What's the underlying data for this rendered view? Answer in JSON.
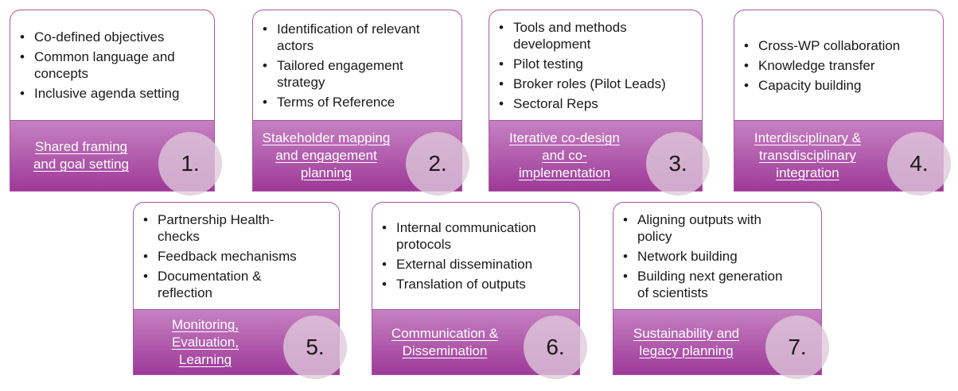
{
  "colors": {
    "page-bg": "#ffffff",
    "card-border": "#a855a2",
    "band-top": "#c681c2",
    "band-bottom": "#9e3a99",
    "badge-fill": "rgba(223,201,219,0.78)",
    "badge-text": "#1a1a1a",
    "title-text": "#ffffff",
    "bullet-text": "#1a1a1a"
  },
  "cards": [
    {
      "number": "1.",
      "title": "Shared framing\nand goal setting",
      "bullets": [
        "Co-defined objectives",
        "Common language and\nconcepts",
        "Inclusive agenda setting"
      ]
    },
    {
      "number": "2.",
      "title": "Stakeholder mapping\nand engagement\nplanning",
      "bullets": [
        "Identification of relevant\nactors",
        "Tailored engagement\nstrategy",
        "Terms of Reference"
      ]
    },
    {
      "number": "3.",
      "title": "Iterative co-design\nand co-\nimplementation",
      "bullets": [
        "Tools and methods\ndevelopment",
        "Pilot testing",
        "Broker roles (Pilot Leads)",
        "Sectoral Reps"
      ]
    },
    {
      "number": "4.",
      "title": "Interdisciplinary &\ntransdisciplinary\nintegration",
      "bullets": [
        "Cross-WP collaboration",
        "Knowledge transfer",
        "Capacity building"
      ]
    },
    {
      "number": "5.",
      "title": "Monitoring,\nEvaluation,\nLearning",
      "bullets": [
        "Partnership Health-\nchecks",
        "Feedback mechanisms",
        "Documentation &\nreflection"
      ]
    },
    {
      "number": "6.",
      "title": "Communication &\nDissemination",
      "bullets": [
        "Internal communication\nprotocols",
        "External dissemination",
        "Translation of outputs"
      ]
    },
    {
      "number": "7.",
      "title": "Sustainability and\nlegacy planning",
      "bullets": [
        "Aligning outputs with\npolicy",
        "Network building",
        "Building next generation\nof scientists"
      ]
    }
  ]
}
